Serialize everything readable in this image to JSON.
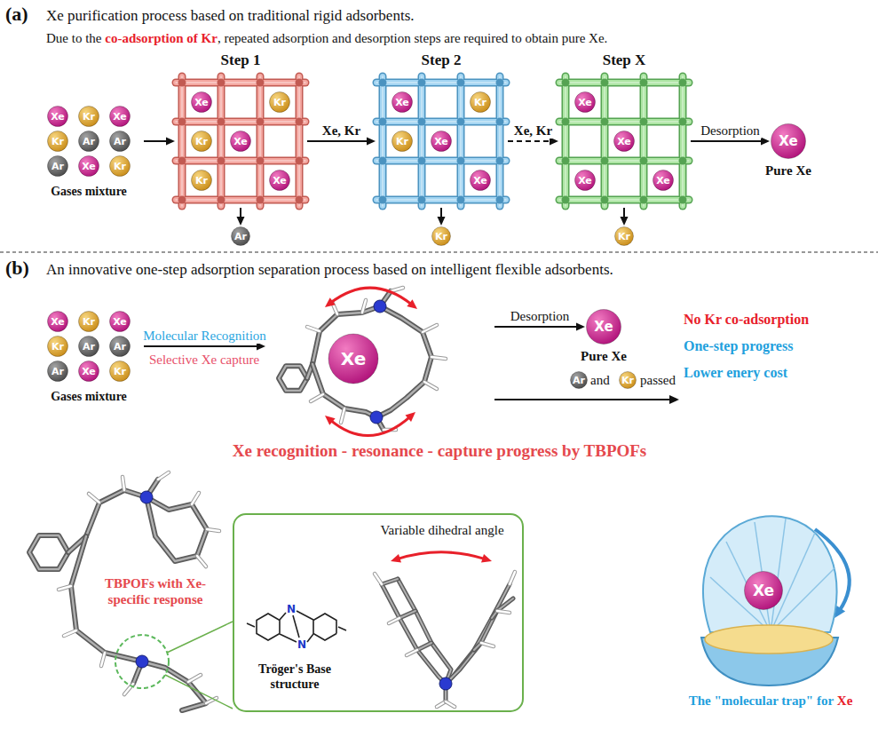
{
  "diagram": {
    "nodes": [
      {
        "text": [
          "Gases mixture"
        ]
      },
      {
        "text": [
          "Xe"
        ],
        "in": 0
      },
      {
        "text": [
          "Kr"
        ],
        "in": 0
      },
      {
        "text": [
          "Xe"
        ],
        "in": 0
      },
      {
        "text": [
          "Kr"
        ],
        "in": 0
      },
      {
        "text": [
          "Ar"
        ],
        "in": 0
      },
      {
        "text": [
          "Ar"
        ],
        "in": 0
      },
      {
        "text": [
          "Ar"
        ],
        "in": 0
      },
      {
        "text": [
          "Xe"
        ],
        "in": 0
      },
      {
        "text": [
          "Kr"
        ],
        "in": 0
      },
      {
        "text": [
          "Step 1"
        ]
      },
      {
        "text": [
          "Xe"
        ],
        "in": 10
      },
      {
        "text": [
          "Kr"
        ],
        "in": 10
      },
      {
        "text": [
          "Kr"
        ],
        "in": 10
      },
      {
        "text": [
          "Xe"
        ],
        "in": 10
      },
      {
        "text": [
          "Kr"
        ],
        "in": 10
      },
      {
        "text": [
          "Xe"
        ],
        "in": 10
      },
      {
        "text": [
          "Step 2"
        ]
      },
      {
        "text": [
          "Xe"
        ],
        "in": 17
      },
      {
        "text": [
          "Kr"
        ],
        "in": 17
      },
      {
        "text": [
          "Kr"
        ],
        "in": 17
      },
      {
        "text": [
          "Xe"
        ],
        "in": 17
      },
      {
        "text": [
          "Xe"
        ],
        "in": 17
      },
      {
        "text": [
          "Step X"
        ]
      },
      {
        "text": [
          "Xe"
        ],
        "in": 23
      },
      {
        "text": [
          "Xe"
        ],
        "in": 23
      },
      {
        "text": [
          "Xe"
        ],
        "in": 23
      },
      {
        "text": [
          "Xe"
        ],
        "in": 23
      },
      {
        "text": [
          "Xe",
          "Pure Xe"
        ]
      },
      {
        "text": [
          "Ar"
        ]
      },
      {
        "text": [
          "Kr"
        ]
      },
      {
        "text": [
          "Kr"
        ]
      },
      {
        "text": [
          "Gases mixture"
        ]
      },
      {
        "text": [
          "Xe"
        ],
        "in": 32
      },
      {
        "text": [
          "Kr"
        ],
        "in": 32
      },
      {
        "text": [
          "Xe"
        ],
        "in": 32
      },
      {
        "text": [
          "Kr"
        ],
        "in": 32
      },
      {
        "text": [
          "Ar"
        ],
        "in": 32
      },
      {
        "text": [
          "Ar"
        ],
        "in": 32
      },
      {
        "text": [
          "Ar"
        ],
        "in": 32
      },
      {
        "text": [
          "Xe"
        ],
        "in": 32
      },
      {
        "text": [
          "Kr"
        ],
        "in": 32
      },
      {
        "text": [
          "Xe"
        ]
      },
      {
        "text": [
          "Xe",
          "Pure Xe"
        ]
      },
      {
        "text": [
          "Ar"
        ]
      },
      {
        "text": [
          "Kr"
        ]
      },
      {
        "text": [
          "Variable dihedral angle",
          "Tröger's Base structure"
        ]
      },
      {
        "text": [
          "Xe"
        ]
      }
    ],
    "edges": [
      {
        "from": 0,
        "to": 10,
        "arrow": "to"
      },
      {
        "from": 10,
        "to": 17,
        "label": "Xe, Kr",
        "arrow": "to"
      },
      {
        "from": 17,
        "to": 23,
        "label": "Xe, Kr",
        "arrow": "to"
      },
      {
        "from": 23,
        "to": 28,
        "label": "Desorption",
        "arrow": "to"
      },
      {
        "from": 10,
        "to": 29,
        "arrow": "to"
      },
      {
        "from": 17,
        "to": 30,
        "arrow": "to"
      },
      {
        "from": 23,
        "to": 31,
        "arrow": "to"
      },
      {
        "from": 32,
        "to": 42,
        "label": "Molecular Recognition",
        "arrow": "to"
      },
      {
        "from": 42,
        "to": 43,
        "label": "Desorption",
        "arrow": "to"
      }
    ],
    "labels": [
      "(a)",
      "Xe purification process based on traditional rigid adsorbents.",
      "Due to the",
      "co-adsorption of Kr",
      ", repeated adsorption and desorption steps are required to obtain pure Xe.",
      "(b)",
      "An innovative one-step adsorption separation process based on intelligent flexible adsorbents.",
      "Selective Xe capture",
      "No Kr co-adsorption",
      "One-step progress",
      "Lower enery cost",
      "and",
      "passed",
      "Xe recognition - resonance - capture progress by TBPOFs",
      "TBPOFs with Xe-specific response",
      "N",
      "N",
      "The \"molecular trap\" for",
      "Xe"
    ]
  }
}
